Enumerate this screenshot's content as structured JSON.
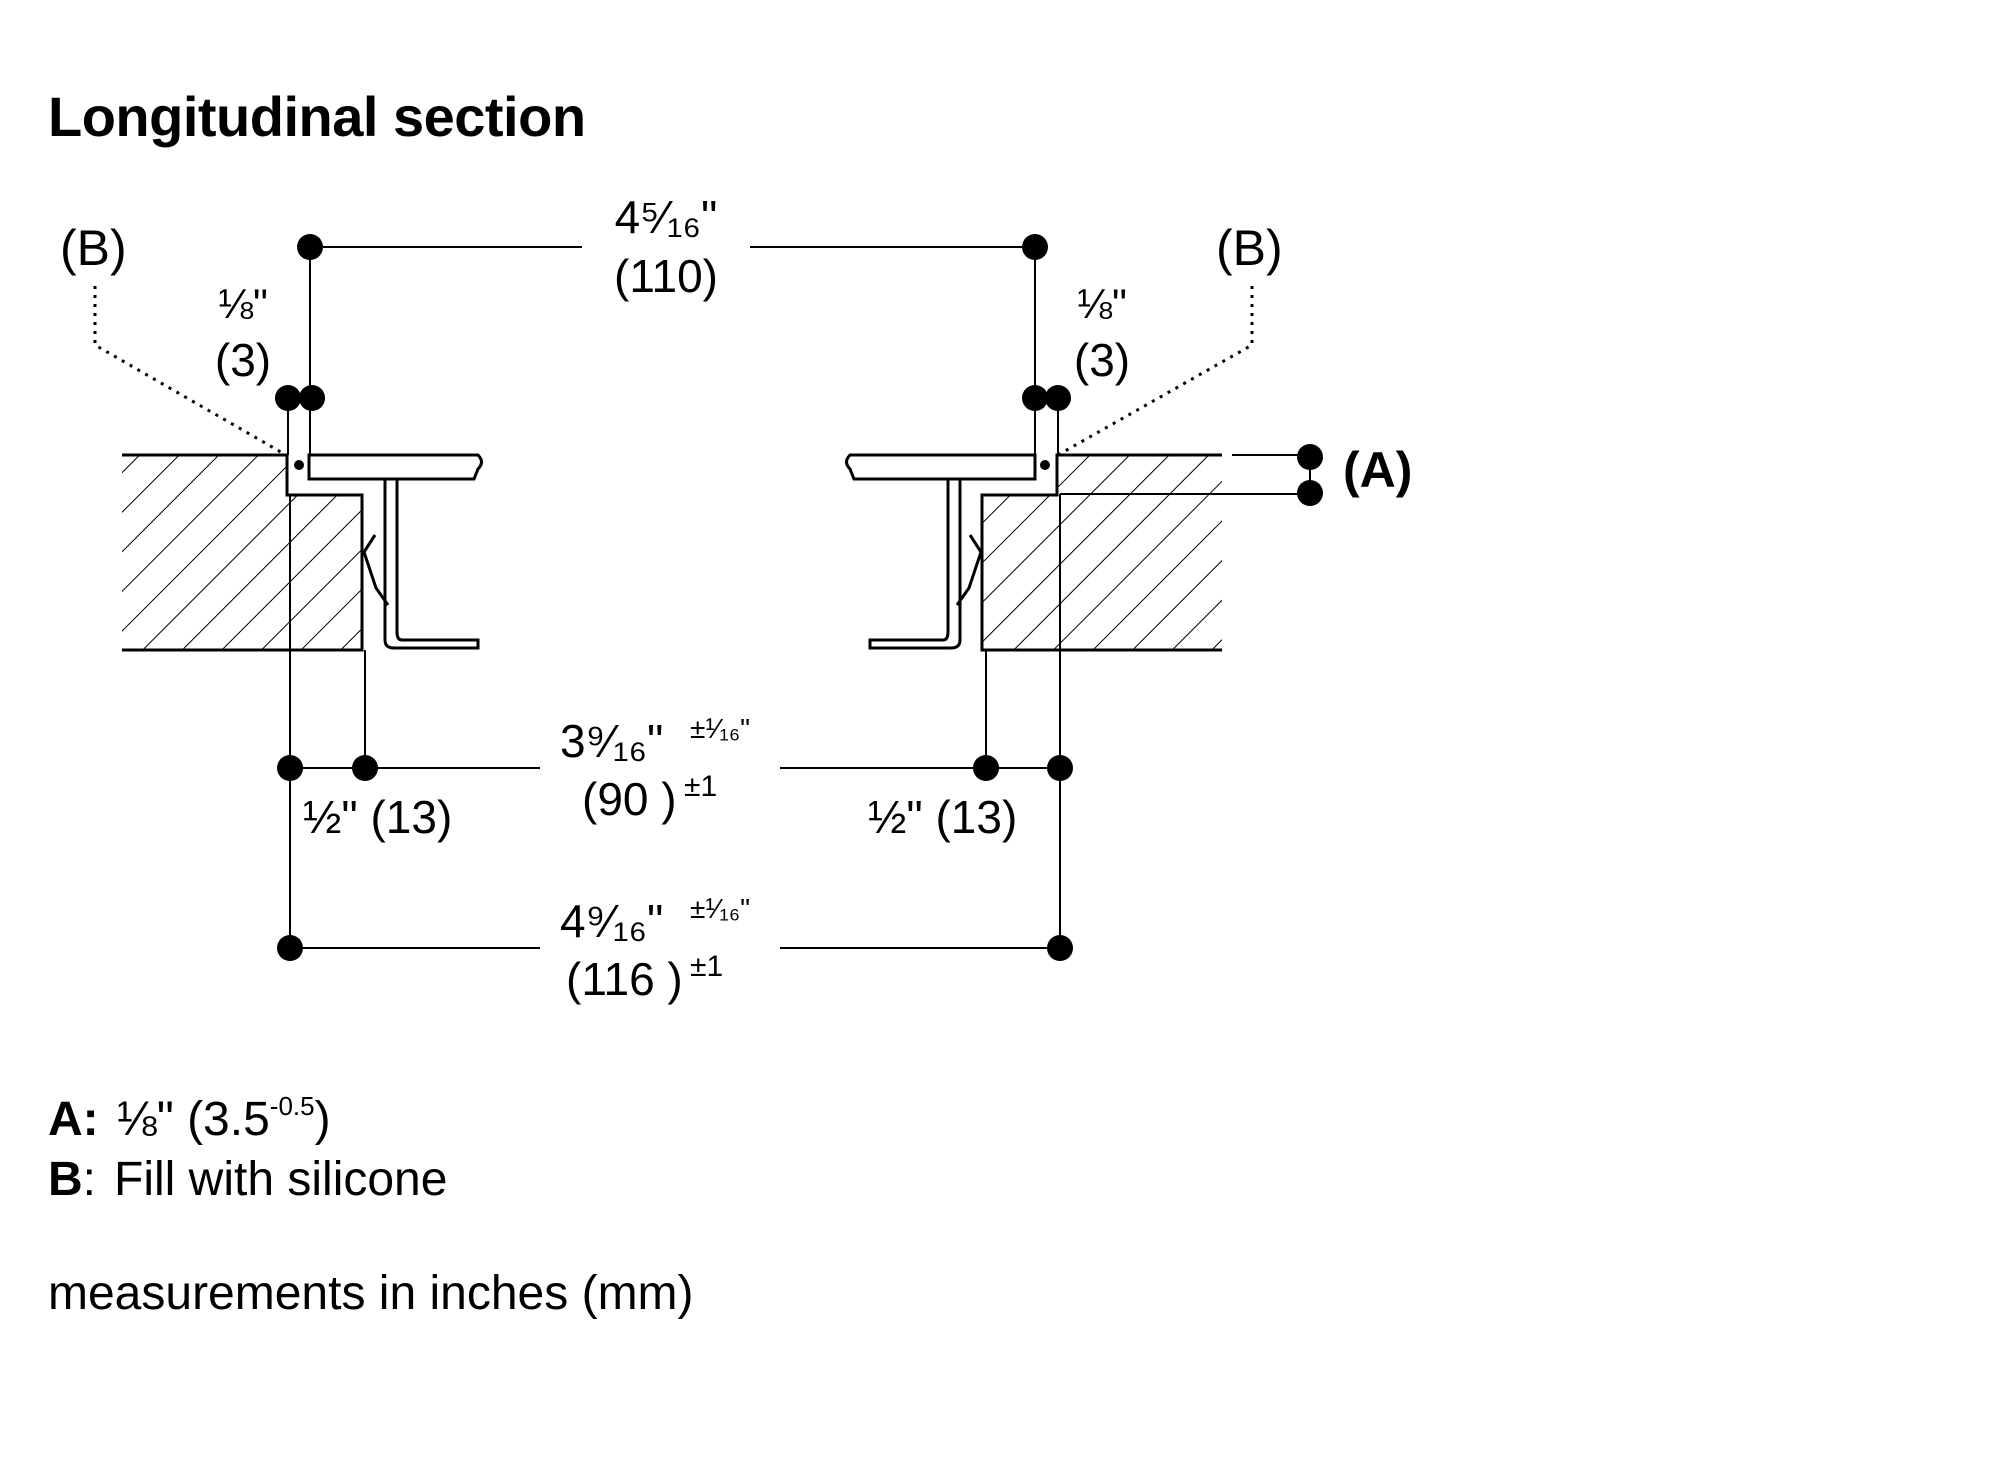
{
  "title": "Longitudinal section",
  "labels": {
    "b_left": "(B)",
    "b_right": "(B)",
    "a_marker": "(A)"
  },
  "dimensions": {
    "top_width": {
      "inch": "4⁵⁄₁₆\"",
      "mm": "(110)"
    },
    "gap_left": {
      "inch": "⅛\"",
      "mm": "(3)"
    },
    "gap_right": {
      "inch": "⅛\"",
      "mm": "(3)"
    },
    "cutout_width": {
      "inch": "3⁹⁄₁₆\"",
      "tol_inch": "±¹⁄₁₆\"",
      "mm": "(90 )",
      "tol_mm": "±1"
    },
    "flange_left": {
      "text": "½\" (13)"
    },
    "flange_right": {
      "text": "½\" (13)"
    },
    "overall_width": {
      "inch": "4⁹⁄₁₆\"",
      "tol_inch": "±¹⁄₁₆\"",
      "mm": "(116 )",
      "tol_mm": "±1"
    }
  },
  "legend": {
    "a_key": "A:",
    "a_value": "⅛\" (3.5",
    "a_sup": "-0.5",
    "a_close": ")",
    "b_key": "B",
    "b_colon": ":",
    "b_value": "Fill with silicone"
  },
  "units_note": "measurements in inches (mm)"
}
